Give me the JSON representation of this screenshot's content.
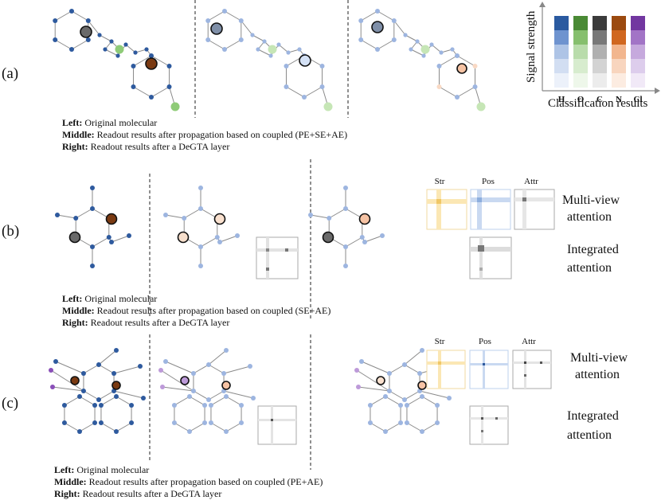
{
  "panels": [
    {
      "label": "(a)",
      "captions": [
        {
          "bold": "Left:",
          "text": " Original molecular"
        },
        {
          "bold": "Middle:",
          "text": " Readout results after propagation based on coupled (PE+SE+AE)"
        },
        {
          "bold": "Right:",
          "text": " Readout results after a DeGTA layer"
        }
      ]
    },
    {
      "label": "(b)",
      "captions": [
        {
          "bold": "Left:",
          "text": " Original molecular"
        },
        {
          "bold": "Middle:",
          "text": " Readout results after propagation based on coupled (SE+AE)"
        },
        {
          "bold": "Right:",
          "text": " Readout results after a DeGTA layer"
        }
      ],
      "view_labels": [
        "Str",
        "Pos",
        "Attr"
      ],
      "multiview_text": [
        "Multi-view",
        "attention"
      ],
      "integrated_text": [
        "Integrated",
        "attention"
      ]
    },
    {
      "label": "(c)",
      "captions": [
        {
          "bold": "Left:",
          "text": " Original molecular"
        },
        {
          "bold": "Middle:",
          "text": " Readout results after propagation based on coupled (PE+AE)"
        },
        {
          "bold": "Right:",
          "text": " Readout results after a DeGTA layer"
        }
      ],
      "view_labels": [
        "Str",
        "Pos",
        "Attr"
      ],
      "multiview_text": [
        "Multi-view",
        "attention"
      ],
      "integrated_text": [
        "Integrated",
        "attention"
      ]
    }
  ],
  "legend": {
    "ylabel": "Signal strength",
    "xlabel": "Classification results",
    "categories": [
      {
        "name": "H",
        "shades": [
          "#2a5aa0",
          "#6e93cf",
          "#aec4e6",
          "#d2def2",
          "#ecf1fa"
        ]
      },
      {
        "name": "O",
        "shades": [
          "#4a8a35",
          "#86bf6d",
          "#b9dcab",
          "#d7ecce",
          "#eef7ea"
        ]
      },
      {
        "name": "C",
        "shades": [
          "#3b3b3b",
          "#787878",
          "#b0b0b0",
          "#d3d3d3",
          "#ececec"
        ]
      },
      {
        "name": "N",
        "shades": [
          "#9b4a10",
          "#d0671f",
          "#f2b68e",
          "#f8d5be",
          "#fcece1"
        ]
      },
      {
        "name": "Cl",
        "shades": [
          "#7237a0",
          "#a274c6",
          "#c6a9dd",
          "#ddcdec",
          "#f1e9f7"
        ]
      }
    ]
  }
}
